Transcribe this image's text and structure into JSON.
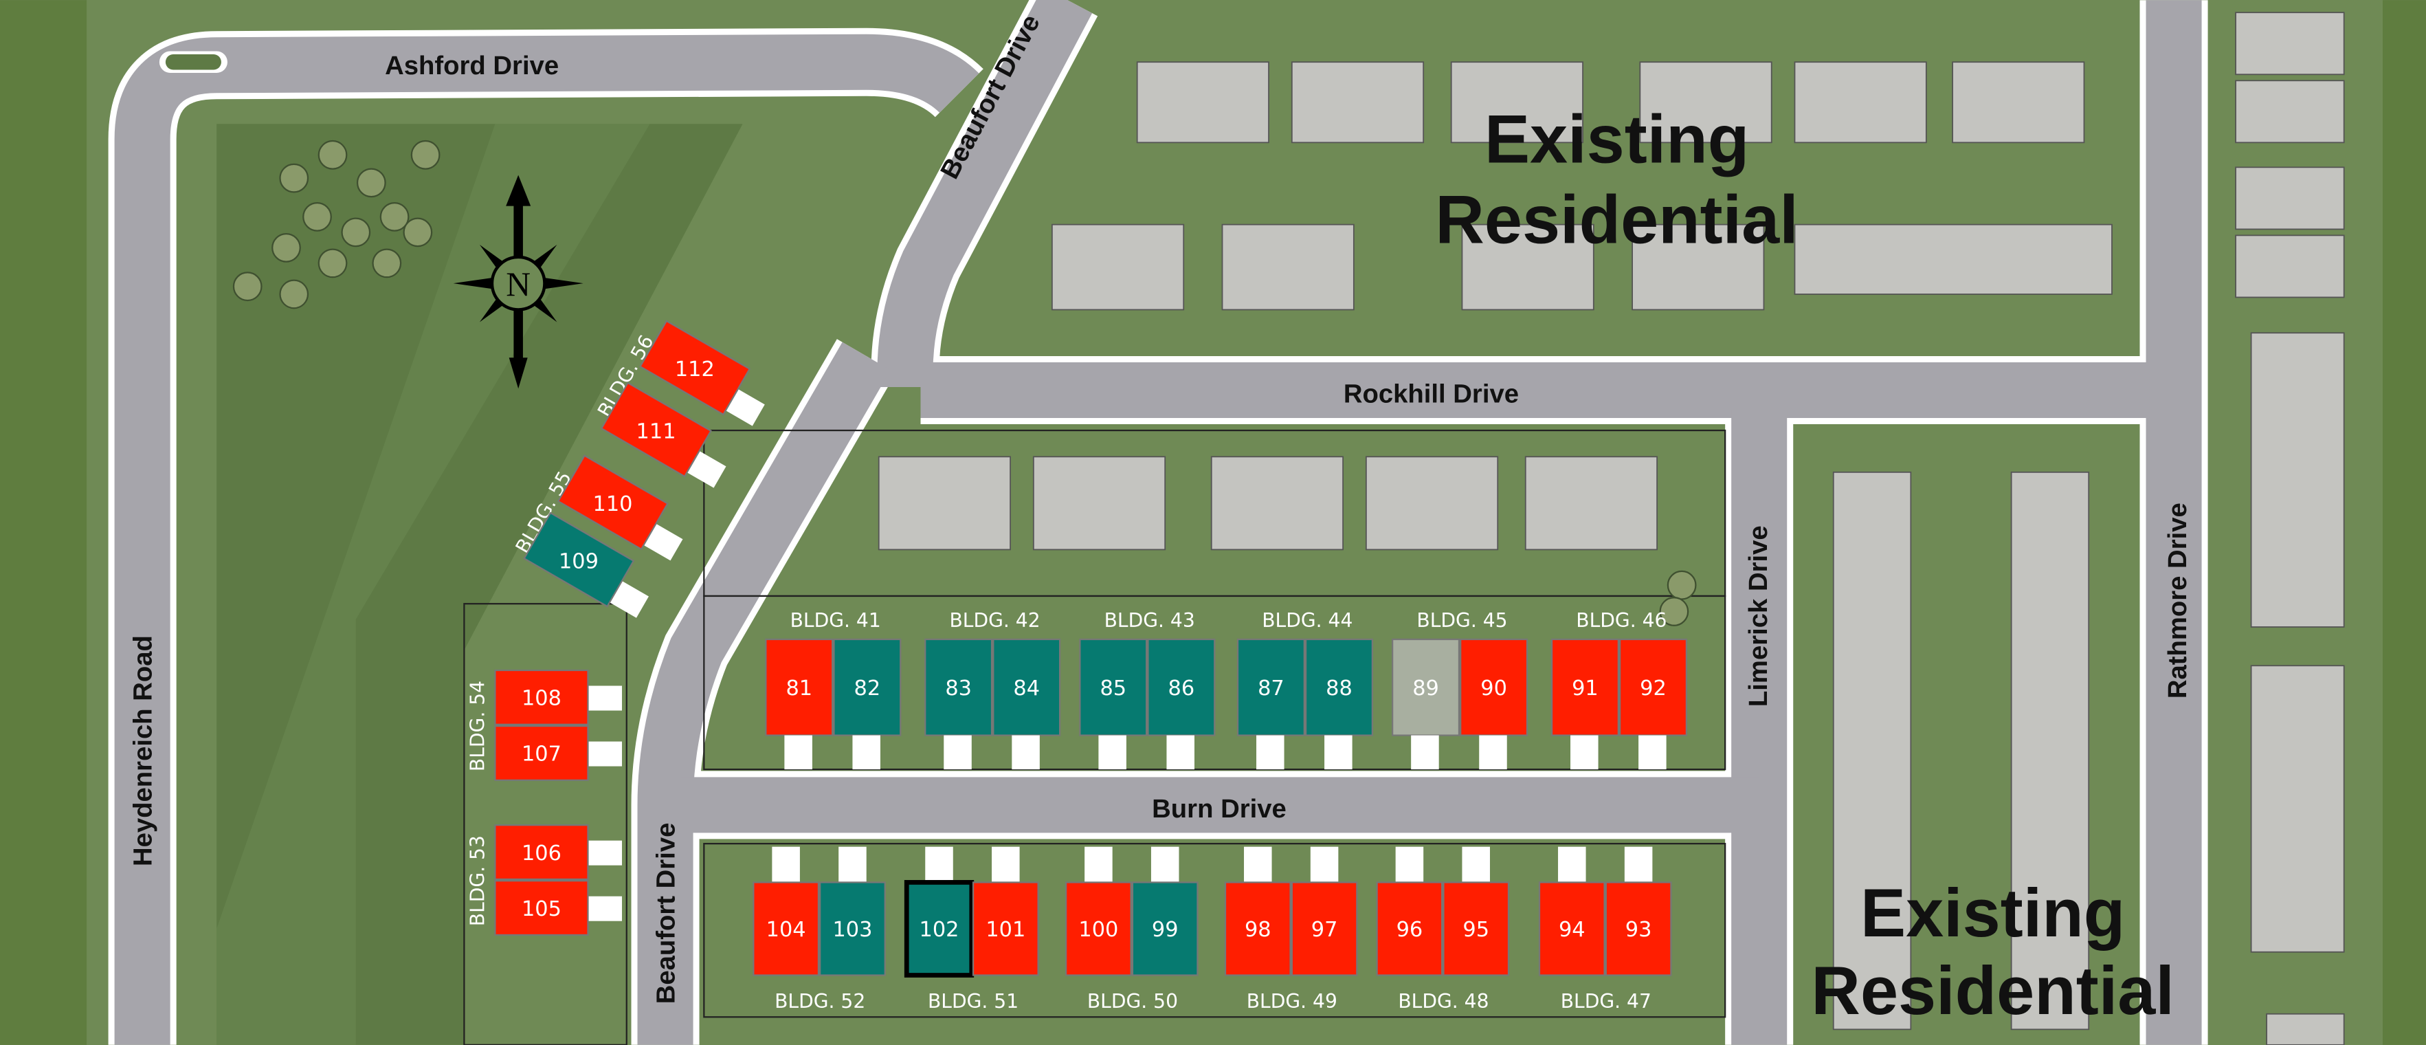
{
  "colors": {
    "sold": "#ff1e00",
    "available": "#067a70",
    "other": "#a8afa0",
    "grass": "#6f8a55",
    "road": "#a6a5ab",
    "existing": "#c4c4c0"
  },
  "roads": {
    "ashford": "Ashford Drive",
    "beaufort_top": "Beaufort Drive",
    "beaufort_bottom": "Beaufort Drive",
    "rockhill": "Rockhill Drive",
    "burn": "Burn Drive",
    "limerick": "Limerick Drive",
    "rathmore": "Rathmore Drive",
    "heydenreich": "Heydenreich Road"
  },
  "existing": {
    "line1": "Existing",
    "line2": "Residential"
  },
  "compass": {
    "label": "N"
  },
  "buildings_top": [
    {
      "label": "BLDG. 41",
      "units": [
        {
          "n": "81",
          "s": "sold"
        },
        {
          "n": "82",
          "s": "available"
        }
      ]
    },
    {
      "label": "BLDG. 42",
      "units": [
        {
          "n": "83",
          "s": "available"
        },
        {
          "n": "84",
          "s": "available"
        }
      ]
    },
    {
      "label": "BLDG. 43",
      "units": [
        {
          "n": "85",
          "s": "available"
        },
        {
          "n": "86",
          "s": "available"
        }
      ]
    },
    {
      "label": "BLDG. 44",
      "units": [
        {
          "n": "87",
          "s": "available"
        },
        {
          "n": "88",
          "s": "available"
        }
      ]
    },
    {
      "label": "BLDG. 45",
      "units": [
        {
          "n": "89",
          "s": "other"
        },
        {
          "n": "90",
          "s": "sold"
        }
      ]
    },
    {
      "label": "BLDG. 46",
      "units": [
        {
          "n": "91",
          "s": "sold"
        },
        {
          "n": "92",
          "s": "sold"
        }
      ]
    }
  ],
  "buildings_bottom": [
    {
      "label": "BLDG. 52",
      "units": [
        {
          "n": "104",
          "s": "sold"
        },
        {
          "n": "103",
          "s": "available"
        }
      ]
    },
    {
      "label": "BLDG. 51",
      "units": [
        {
          "n": "102",
          "s": "available",
          "selected": true
        },
        {
          "n": "101",
          "s": "sold"
        }
      ]
    },
    {
      "label": "BLDG. 50",
      "units": [
        {
          "n": "100",
          "s": "sold"
        },
        {
          "n": "99",
          "s": "available"
        }
      ]
    },
    {
      "label": "BLDG. 49",
      "units": [
        {
          "n": "98",
          "s": "sold"
        },
        {
          "n": "97",
          "s": "sold"
        }
      ]
    },
    {
      "label": "BLDG. 48",
      "units": [
        {
          "n": "96",
          "s": "sold"
        },
        {
          "n": "95",
          "s": "sold"
        }
      ]
    },
    {
      "label": "BLDG. 47",
      "units": [
        {
          "n": "94",
          "s": "sold"
        },
        {
          "n": "93",
          "s": "sold"
        }
      ]
    }
  ],
  "buildings_left": [
    {
      "label": "BLDG. 54",
      "units": [
        {
          "n": "108",
          "s": "sold"
        },
        {
          "n": "107",
          "s": "sold"
        }
      ]
    },
    {
      "label": "BLDG. 53",
      "units": [
        {
          "n": "106",
          "s": "sold"
        },
        {
          "n": "105",
          "s": "sold"
        }
      ]
    }
  ],
  "buildings_diag": [
    {
      "label": "BLDG. 56",
      "units": [
        {
          "n": "112",
          "s": "sold"
        },
        {
          "n": "111",
          "s": "sold"
        }
      ]
    },
    {
      "label": "BLDG. 55",
      "units": [
        {
          "n": "110",
          "s": "sold"
        },
        {
          "n": "109",
          "s": "available"
        }
      ]
    }
  ]
}
